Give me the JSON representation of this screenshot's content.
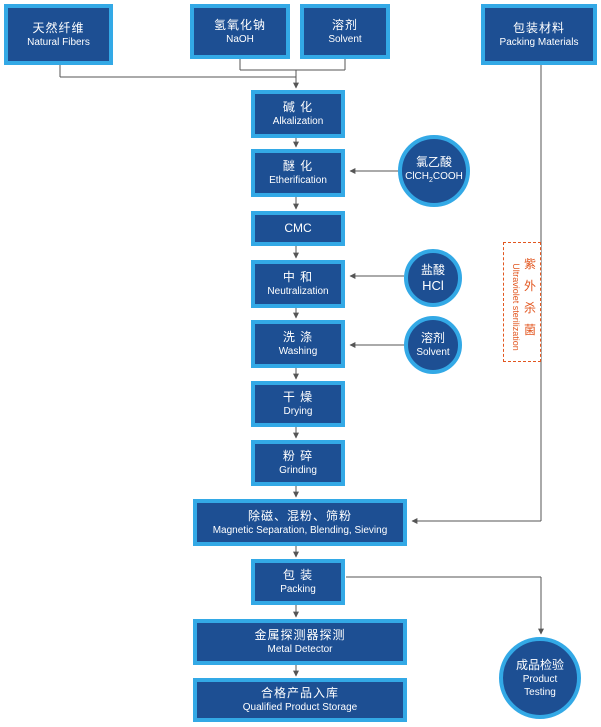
{
  "inputs": {
    "fibers": {
      "cn": "天然纤维",
      "en": "Natural Fibers"
    },
    "naoh": {
      "cn": "氢氧化钠",
      "en": "NaOH"
    },
    "solvent": {
      "cn": "溶剂",
      "en": "Solvent"
    },
    "packing": {
      "cn": "包装材料",
      "en": "Packing Materials"
    }
  },
  "steps": {
    "alkalization": {
      "cn": "碱 化",
      "en": "Alkalization"
    },
    "etherification": {
      "cn": "醚 化",
      "en": "Etherification"
    },
    "cmc": {
      "en": "CMC"
    },
    "neutralization": {
      "cn": "中 和",
      "en": "Neutralization"
    },
    "washing": {
      "cn": "洗 涤",
      "en": "Washing"
    },
    "drying": {
      "cn": "干 燥",
      "en": "Drying"
    },
    "grinding": {
      "cn": "粉 碎",
      "en": "Grinding"
    },
    "magnetic": {
      "cn": "除磁、混粉、筛粉",
      "en": "Magnetic Separation, Blending, Sieving"
    },
    "packing": {
      "cn": "包 装",
      "en": "Packing"
    },
    "metal": {
      "cn": "金属探测器探测",
      "en": "Metal Detector"
    },
    "storage": {
      "cn": "合格产品入库",
      "en": "Qualified Product Storage"
    }
  },
  "reagents": {
    "clch": {
      "cn": "氯乙酸",
      "en_prefix": "ClCH",
      "en_sub": "2",
      "en_suffix": "COOH"
    },
    "hcl": {
      "cn": "盐酸",
      "en": "HCl"
    },
    "solvent2": {
      "cn": "溶剂",
      "en": "Solvent"
    },
    "testing": {
      "cn": "成品检验",
      "en1": "Product",
      "en2": "Testing"
    }
  },
  "uv": {
    "cn": "紫外杀菌",
    "en": "Ultraviolet sterilization"
  },
  "colors": {
    "box_fill": "#1d4f93",
    "box_border": "#33a9e6",
    "wire": "#555555",
    "uv": "#e2561f"
  }
}
